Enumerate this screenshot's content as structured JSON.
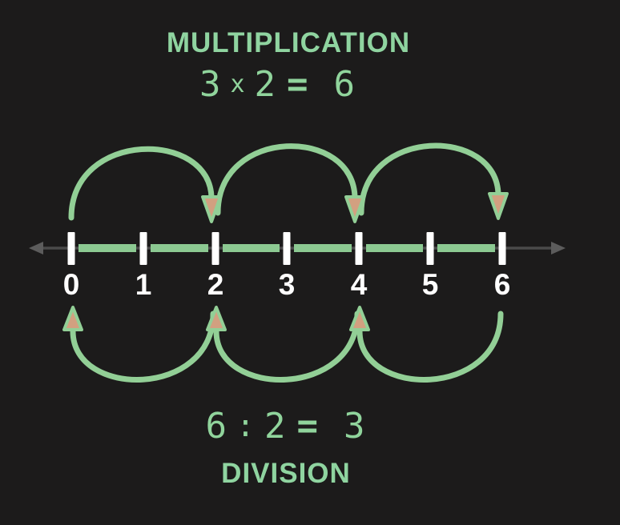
{
  "colors": {
    "background": "#1c1b1b",
    "green_text": "#8fd4a0",
    "green_shape": "#90cf96",
    "white": "#ffffff",
    "gray_line": "#4a4a4a",
    "arrowhead_tan_fill": "#d2a080"
  },
  "multiplication": {
    "title": "MULTIPLICATION",
    "equation": {
      "a": "3",
      "op": "x",
      "b": "2",
      "equals": "=",
      "result": "6"
    }
  },
  "division": {
    "title": "DIVISION",
    "equation": {
      "a": "6",
      "op": ":",
      "b": "2",
      "equals": "=",
      "result": "3"
    }
  },
  "numberline": {
    "labels": [
      "0",
      "1",
      "2",
      "3",
      "4",
      "5",
      "6"
    ],
    "jump_size": 2,
    "jumps_above_direction": "right",
    "jumps_below_direction": "left"
  }
}
